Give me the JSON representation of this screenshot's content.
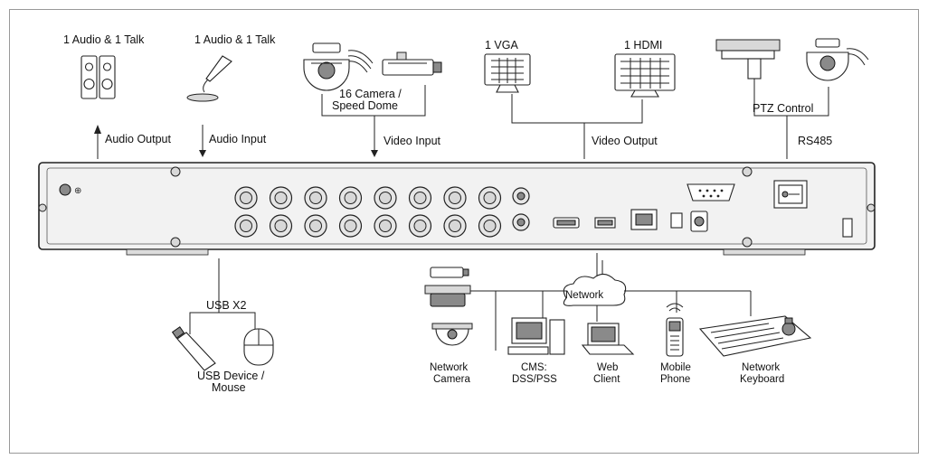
{
  "labels": {
    "audio_talk_1": "1 Audio & 1 Talk",
    "audio_talk_2": "1 Audio & 1 Talk",
    "camera_line1": "16 Camera /",
    "camera_line2": "Speed Dome",
    "vga": "1 VGA",
    "hdmi": "1 HDMI",
    "ptz_control": "PTZ Control",
    "audio_output": "Audio Output",
    "audio_input": "Audio Input",
    "video_input": "Video Input",
    "video_output": "Video Output",
    "rs485": "RS485",
    "usb_x2": "USB X2",
    "usb_device_line1": "USB Device /",
    "usb_device_line2": "Mouse",
    "network": "Network",
    "network_camera_line1": "Network",
    "network_camera_line2": "Camera",
    "cms_line1": "CMS:",
    "cms_line2": "DSS/PSS",
    "web_client_line1": "Web",
    "web_client_line2": "Client",
    "mobile_phone_line1": "Mobile",
    "mobile_phone_line2": "Phone",
    "network_keyboard_line1": "Network",
    "network_keyboard_line2": "Keyboard"
  },
  "icons": [
    "speaker-icon",
    "microphone-icon",
    "speed-dome-icon",
    "bullet-camera-icon",
    "vga-monitor-icon",
    "hdmi-monitor-icon",
    "ptz-decoder-icon",
    "ptz-dome-icon",
    "dvr-rear-panel",
    "usb-stick-icon",
    "mouse-icon",
    "network-cloud-icon",
    "network-camera-icon",
    "cms-computer-icon",
    "laptop-icon",
    "mobile-phone-icon",
    "network-keyboard-icon"
  ],
  "panel": {
    "bnc_count": 16
  }
}
